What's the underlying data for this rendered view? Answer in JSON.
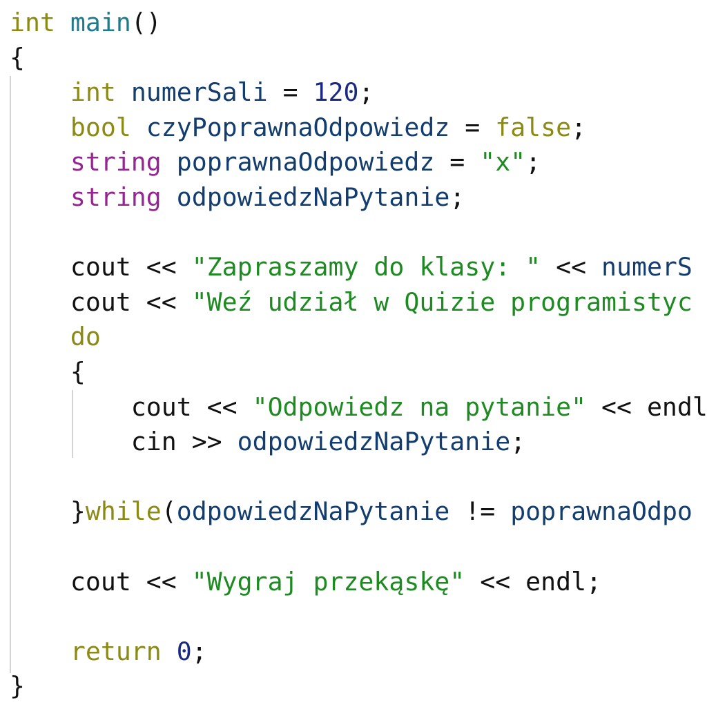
{
  "editor": {
    "lines": [
      [
        {
          "t": "int",
          "c": "kw"
        },
        {
          "t": " ",
          "c": "pl"
        },
        {
          "t": "main",
          "c": "fn"
        },
        {
          "t": "()",
          "c": "pl"
        }
      ],
      [
        {
          "t": "{",
          "c": "pl"
        }
      ],
      [
        {
          "t": "    ",
          "c": "pl"
        },
        {
          "t": "int",
          "c": "kw"
        },
        {
          "t": " ",
          "c": "pl"
        },
        {
          "t": "numerSali",
          "c": "id"
        },
        {
          "t": " = ",
          "c": "pl"
        },
        {
          "t": "120",
          "c": "nu"
        },
        {
          "t": ";",
          "c": "pl"
        }
      ],
      [
        {
          "t": "    ",
          "c": "pl"
        },
        {
          "t": "bool",
          "c": "kw"
        },
        {
          "t": " ",
          "c": "pl"
        },
        {
          "t": "czyPoprawnaOdpowiedz",
          "c": "id"
        },
        {
          "t": " = ",
          "c": "pl"
        },
        {
          "t": "false",
          "c": "kw"
        },
        {
          "t": ";",
          "c": "pl"
        }
      ],
      [
        {
          "t": "    ",
          "c": "pl"
        },
        {
          "t": "string",
          "c": "ty"
        },
        {
          "t": " ",
          "c": "pl"
        },
        {
          "t": "poprawnaOdpowiedz",
          "c": "id"
        },
        {
          "t": " = ",
          "c": "pl"
        },
        {
          "t": "\"x\"",
          "c": "st"
        },
        {
          "t": ";",
          "c": "pl"
        }
      ],
      [
        {
          "t": "    ",
          "c": "pl"
        },
        {
          "t": "string",
          "c": "ty"
        },
        {
          "t": " ",
          "c": "pl"
        },
        {
          "t": "odpowiedzNaPytanie",
          "c": "id"
        },
        {
          "t": ";",
          "c": "pl"
        }
      ],
      [],
      [
        {
          "t": "    cout << ",
          "c": "pl"
        },
        {
          "t": "\"Zapraszamy do klasy: \"",
          "c": "st"
        },
        {
          "t": " << ",
          "c": "pl"
        },
        {
          "t": "numerS",
          "c": "id"
        }
      ],
      [
        {
          "t": "    cout << ",
          "c": "pl"
        },
        {
          "t": "\"Weź udział w Quizie programistyc",
          "c": "st"
        }
      ],
      [
        {
          "t": "    ",
          "c": "pl"
        },
        {
          "t": "do",
          "c": "kw"
        }
      ],
      [
        {
          "t": "    {",
          "c": "pl"
        }
      ],
      [
        {
          "t": "        cout << ",
          "c": "pl"
        },
        {
          "t": "\"Odpowiedz na pytanie\"",
          "c": "st"
        },
        {
          "t": " << endl",
          "c": "pl"
        }
      ],
      [
        {
          "t": "        cin >> ",
          "c": "pl"
        },
        {
          "t": "odpowiedzNaPytanie",
          "c": "id"
        },
        {
          "t": ";",
          "c": "pl"
        }
      ],
      [],
      [
        {
          "t": "    }",
          "c": "pl"
        },
        {
          "t": "while",
          "c": "kw"
        },
        {
          "t": "(",
          "c": "pl"
        },
        {
          "t": "odpowiedzNaPytanie",
          "c": "id"
        },
        {
          "t": " != ",
          "c": "pl"
        },
        {
          "t": "poprawnaOdpo",
          "c": "id"
        }
      ],
      [],
      [
        {
          "t": "    cout << ",
          "c": "pl"
        },
        {
          "t": "\"Wygraj przekąskę\"",
          "c": "st"
        },
        {
          "t": " << endl;",
          "c": "pl"
        }
      ],
      [],
      [
        {
          "t": "    ",
          "c": "pl"
        },
        {
          "t": "return",
          "c": "kw"
        },
        {
          "t": " ",
          "c": "pl"
        },
        {
          "t": "0",
          "c": "nu"
        },
        {
          "t": ";",
          "c": "pl"
        }
      ],
      [
        {
          "t": "}",
          "c": "pl"
        }
      ]
    ]
  },
  "colors": {
    "keyword": "#8a8a14",
    "function": "#1f7a8c",
    "type": "#952592",
    "identifier": "#123d6e",
    "string": "#1e8a22",
    "number": "#1b2a80"
  }
}
